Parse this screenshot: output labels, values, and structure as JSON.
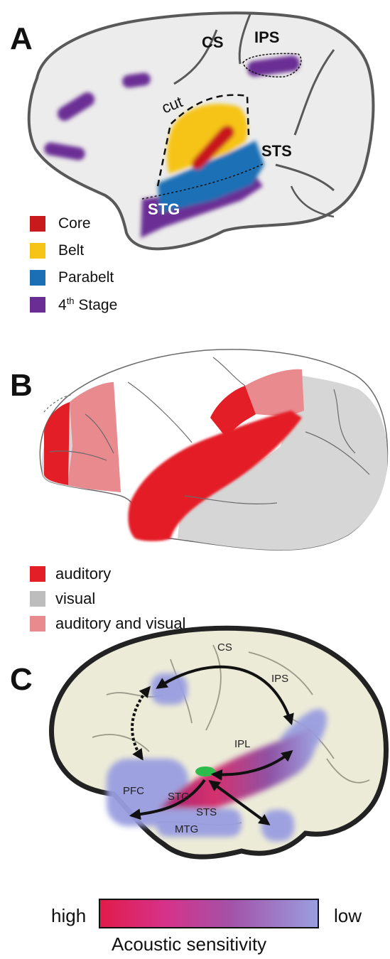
{
  "panel_a": {
    "letter": "A",
    "labels": {
      "cs": "CS",
      "ips": "IPS",
      "cut": "cut",
      "sts": "STS",
      "stg": "STG"
    },
    "legend": [
      {
        "label": "Core",
        "color": "#c8191c"
      },
      {
        "label": "Belt",
        "color": "#f6c417"
      },
      {
        "label": "Parabelt",
        "color": "#1b6fb5"
      },
      {
        "label": "4th Stage",
        "label_base": "4",
        "label_sup": "th",
        "label_rest": " Stage",
        "color": "#6a2d94"
      }
    ],
    "colors": {
      "brain_fill": "#ececec",
      "outline": "#595959"
    }
  },
  "panel_b": {
    "letter": "B",
    "legend": [
      {
        "label": "auditory",
        "color": "#e41e26"
      },
      {
        "label": "visual",
        "color": "#bdbdbd"
      },
      {
        "label": "auditory and visual",
        "color": "#e88a8e"
      }
    ]
  },
  "panel_c": {
    "letter": "C",
    "labels": {
      "cs": "CS",
      "ips": "IPS",
      "ipl": "IPL",
      "pfc": "PFC",
      "stg": "STG",
      "sts": "STS",
      "mtg": "MTG"
    },
    "colorbar": {
      "left_label": "high",
      "right_label": "low",
      "title": "Acoustic sensitivity"
    },
    "colors": {
      "brain_fill": "#ecebd8",
      "region": "#9a9ee0",
      "center_green": "#2dbb4b"
    }
  }
}
